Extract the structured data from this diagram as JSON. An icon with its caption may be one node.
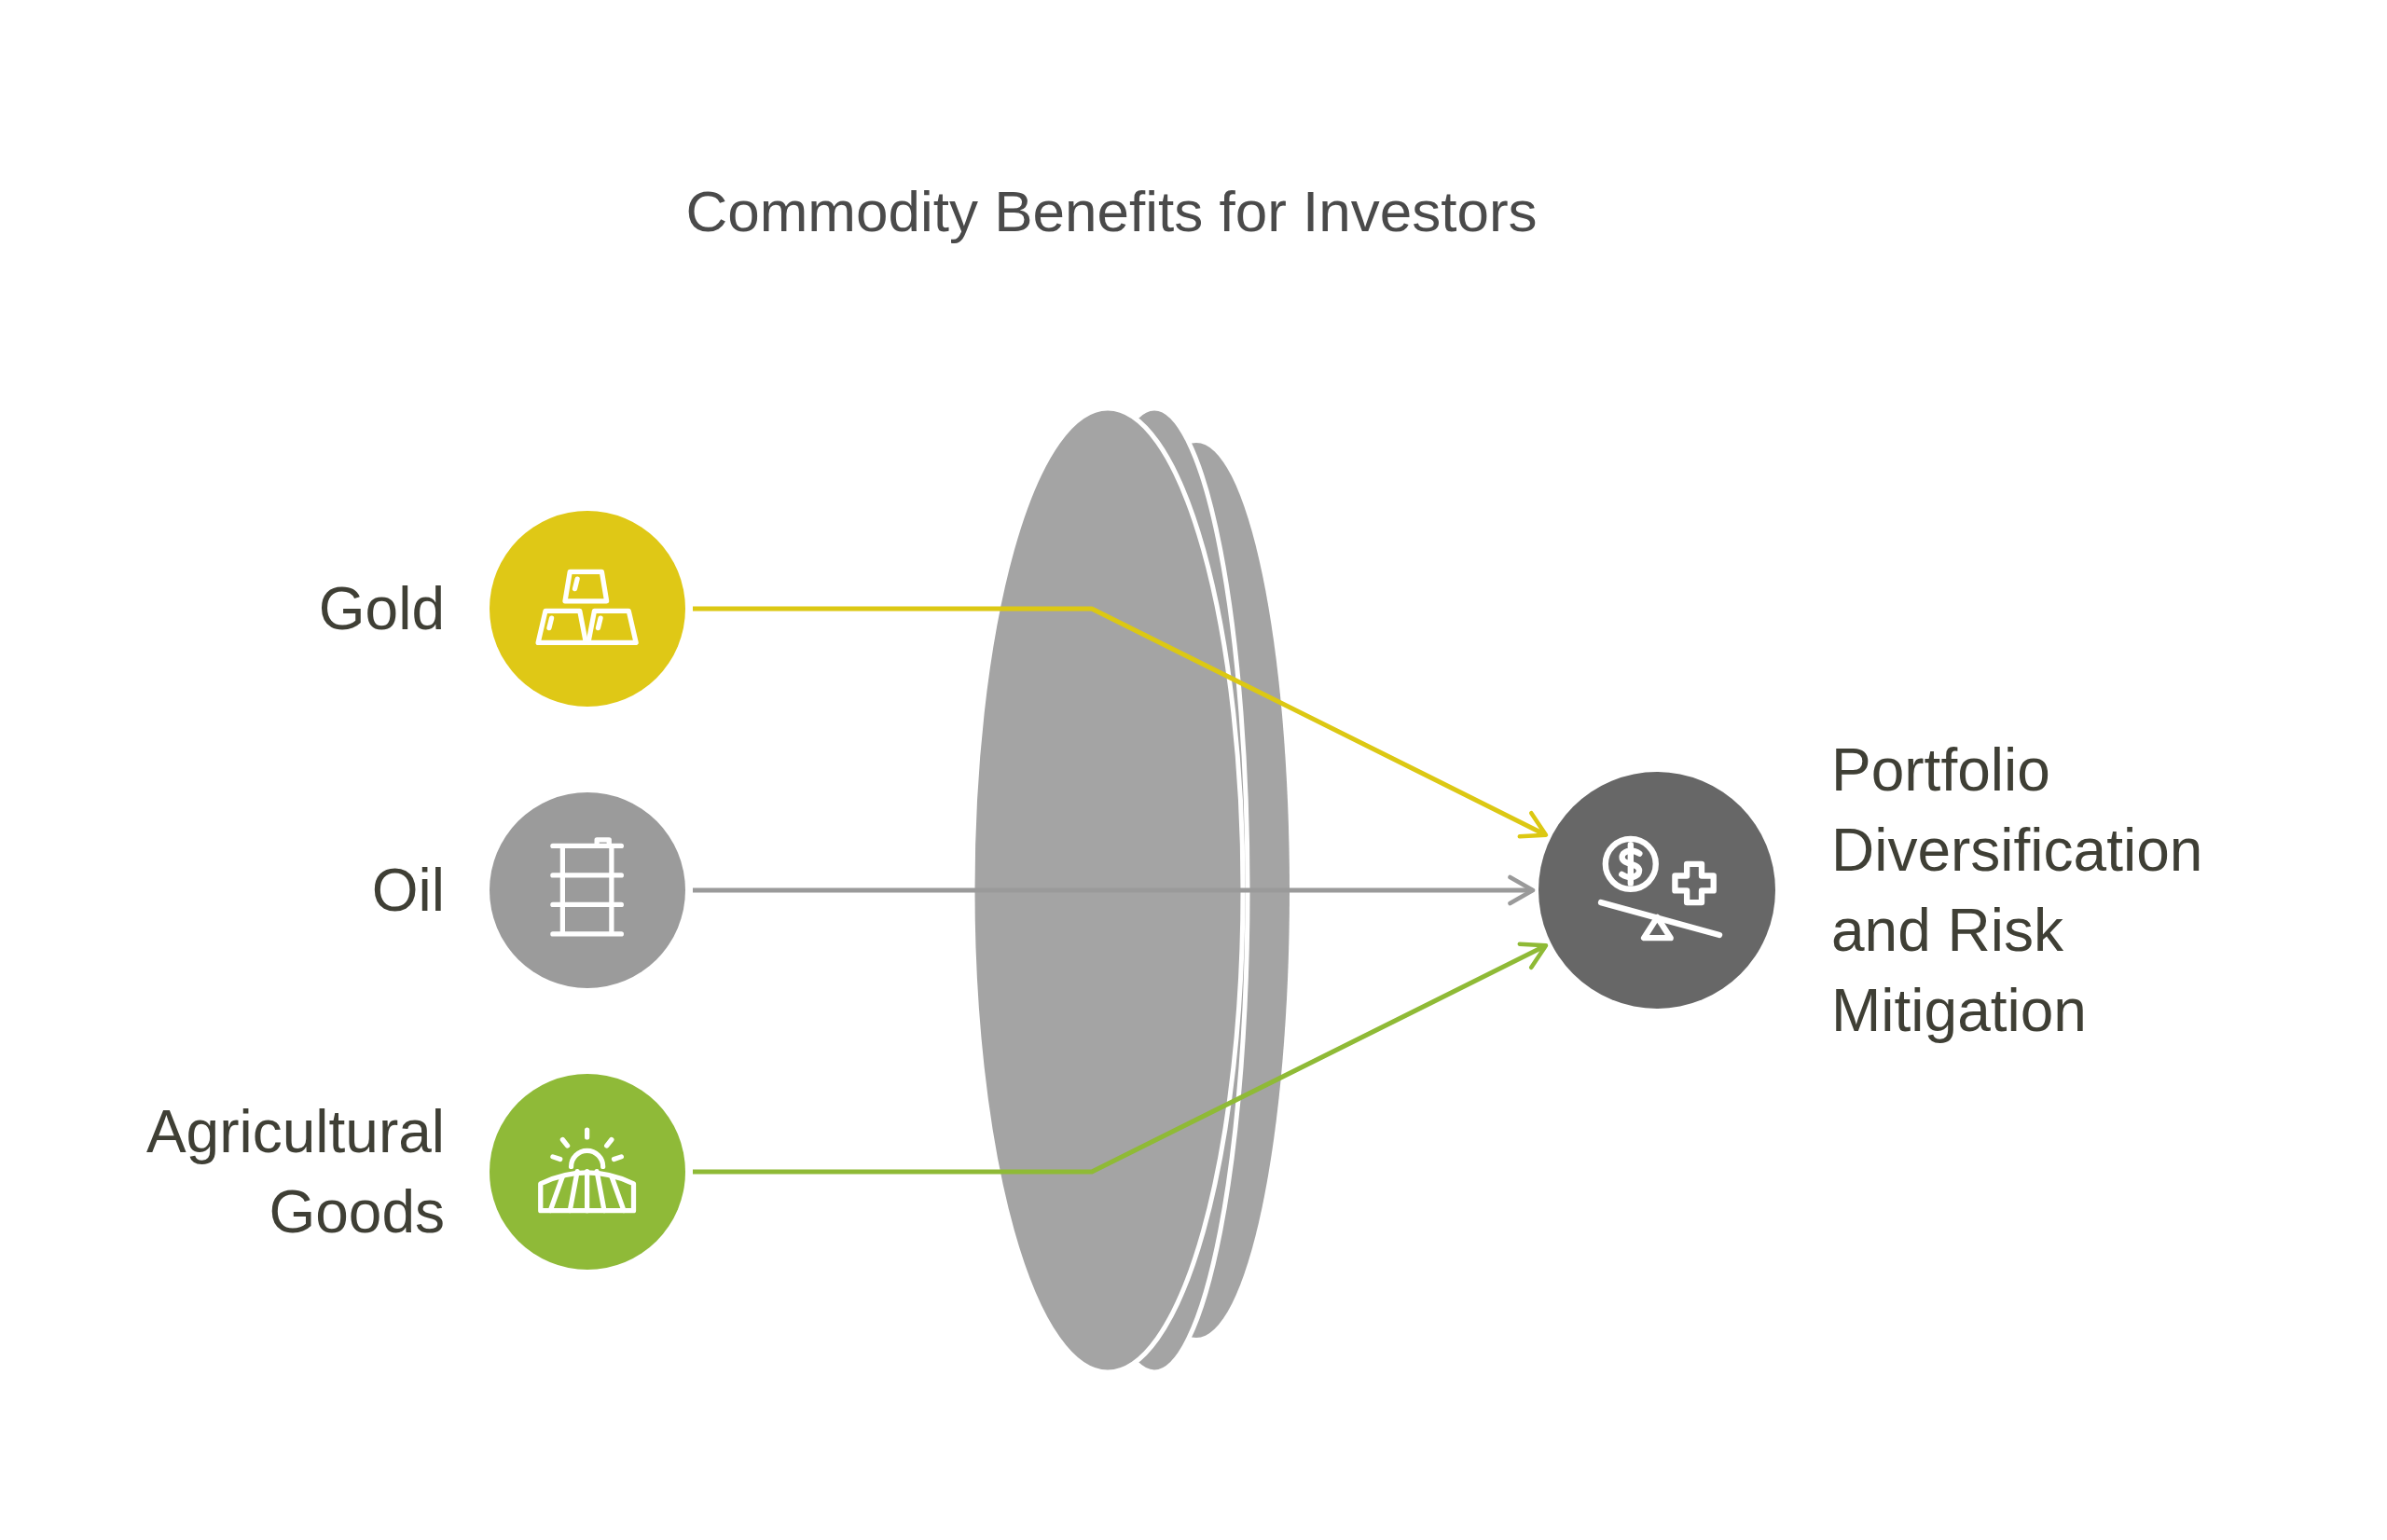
{
  "diagram": {
    "title": "Commodity Benefits for Investors",
    "nodes": [
      {
        "text": [
          "Gold"
        ]
      },
      {
        "text": [
          "Oil"
        ]
      },
      {
        "text": [
          "Agricultural Goods"
        ]
      },
      {
        "text": [
          "Portfolio Diversification and Risk Mitigation"
        ]
      }
    ],
    "edges": [
      {
        "from": 0,
        "to": 3,
        "arrow": "to",
        "color": "#dcc813"
      },
      {
        "from": 1,
        "to": 3,
        "arrow": "to",
        "color": "#9a9a9a"
      },
      {
        "from": 2,
        "to": 3,
        "arrow": "to",
        "color": "#8fba36"
      }
    ]
  }
}
